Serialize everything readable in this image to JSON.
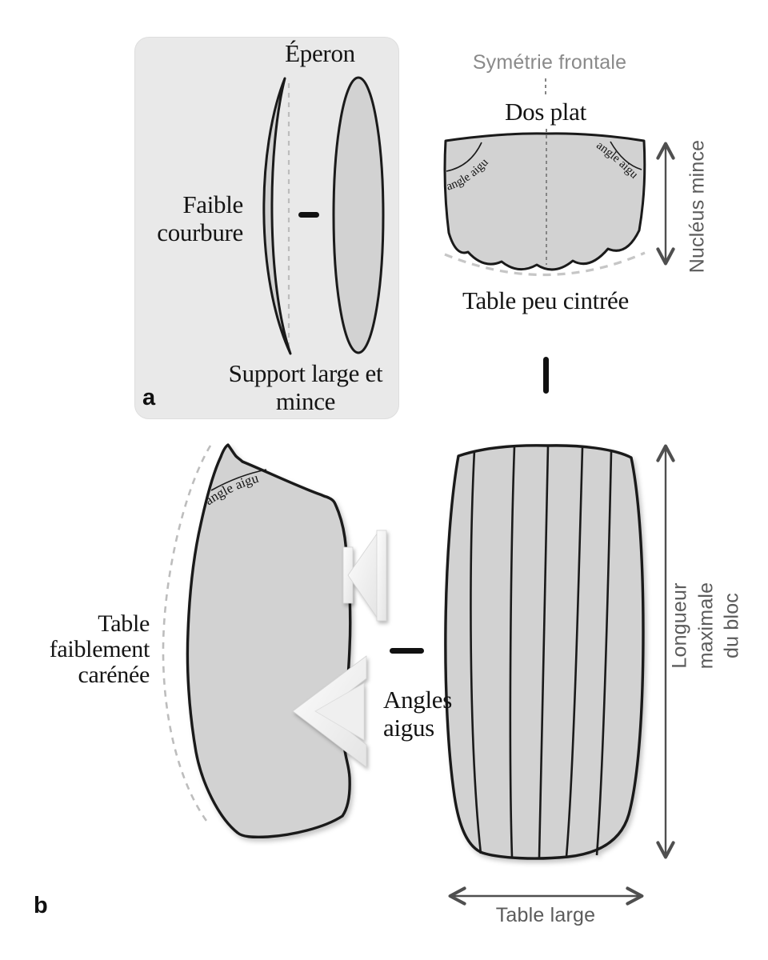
{
  "figure": {
    "panel_a": {
      "tag": "a",
      "title": "Éperon",
      "curvature": "Faible\ncourbure",
      "support": "Support large et\nmince"
    },
    "core_section": {
      "symmetry": "Symétrie frontale",
      "back": "Dos plat",
      "angle_left": "angle aigu",
      "angle_right": "angle aigu",
      "thickness": "Nucléus mince",
      "table": "Table peu cintrée"
    },
    "panel_b": {
      "tag": "b",
      "table_carinated": "Table\nfaiblement\ncarénée",
      "angle": "angle aigu",
      "acute_angles": "Angles\naigus",
      "max_length": "Longueur maximale\ndu bloc",
      "wide_table": "Table large"
    }
  },
  "colors": {
    "panel_bg": "#e9e9e9",
    "shape_fill": "#d2d2d2",
    "outline": "#1a1a1a",
    "dash_light": "#bdbdbd",
    "dash_dark": "#858585",
    "dimension": "#4f4f4f",
    "muted_text": "#8a8a8a",
    "dark_text": "#5b5b5b",
    "arrow_fill": "#f2f2f2"
  }
}
